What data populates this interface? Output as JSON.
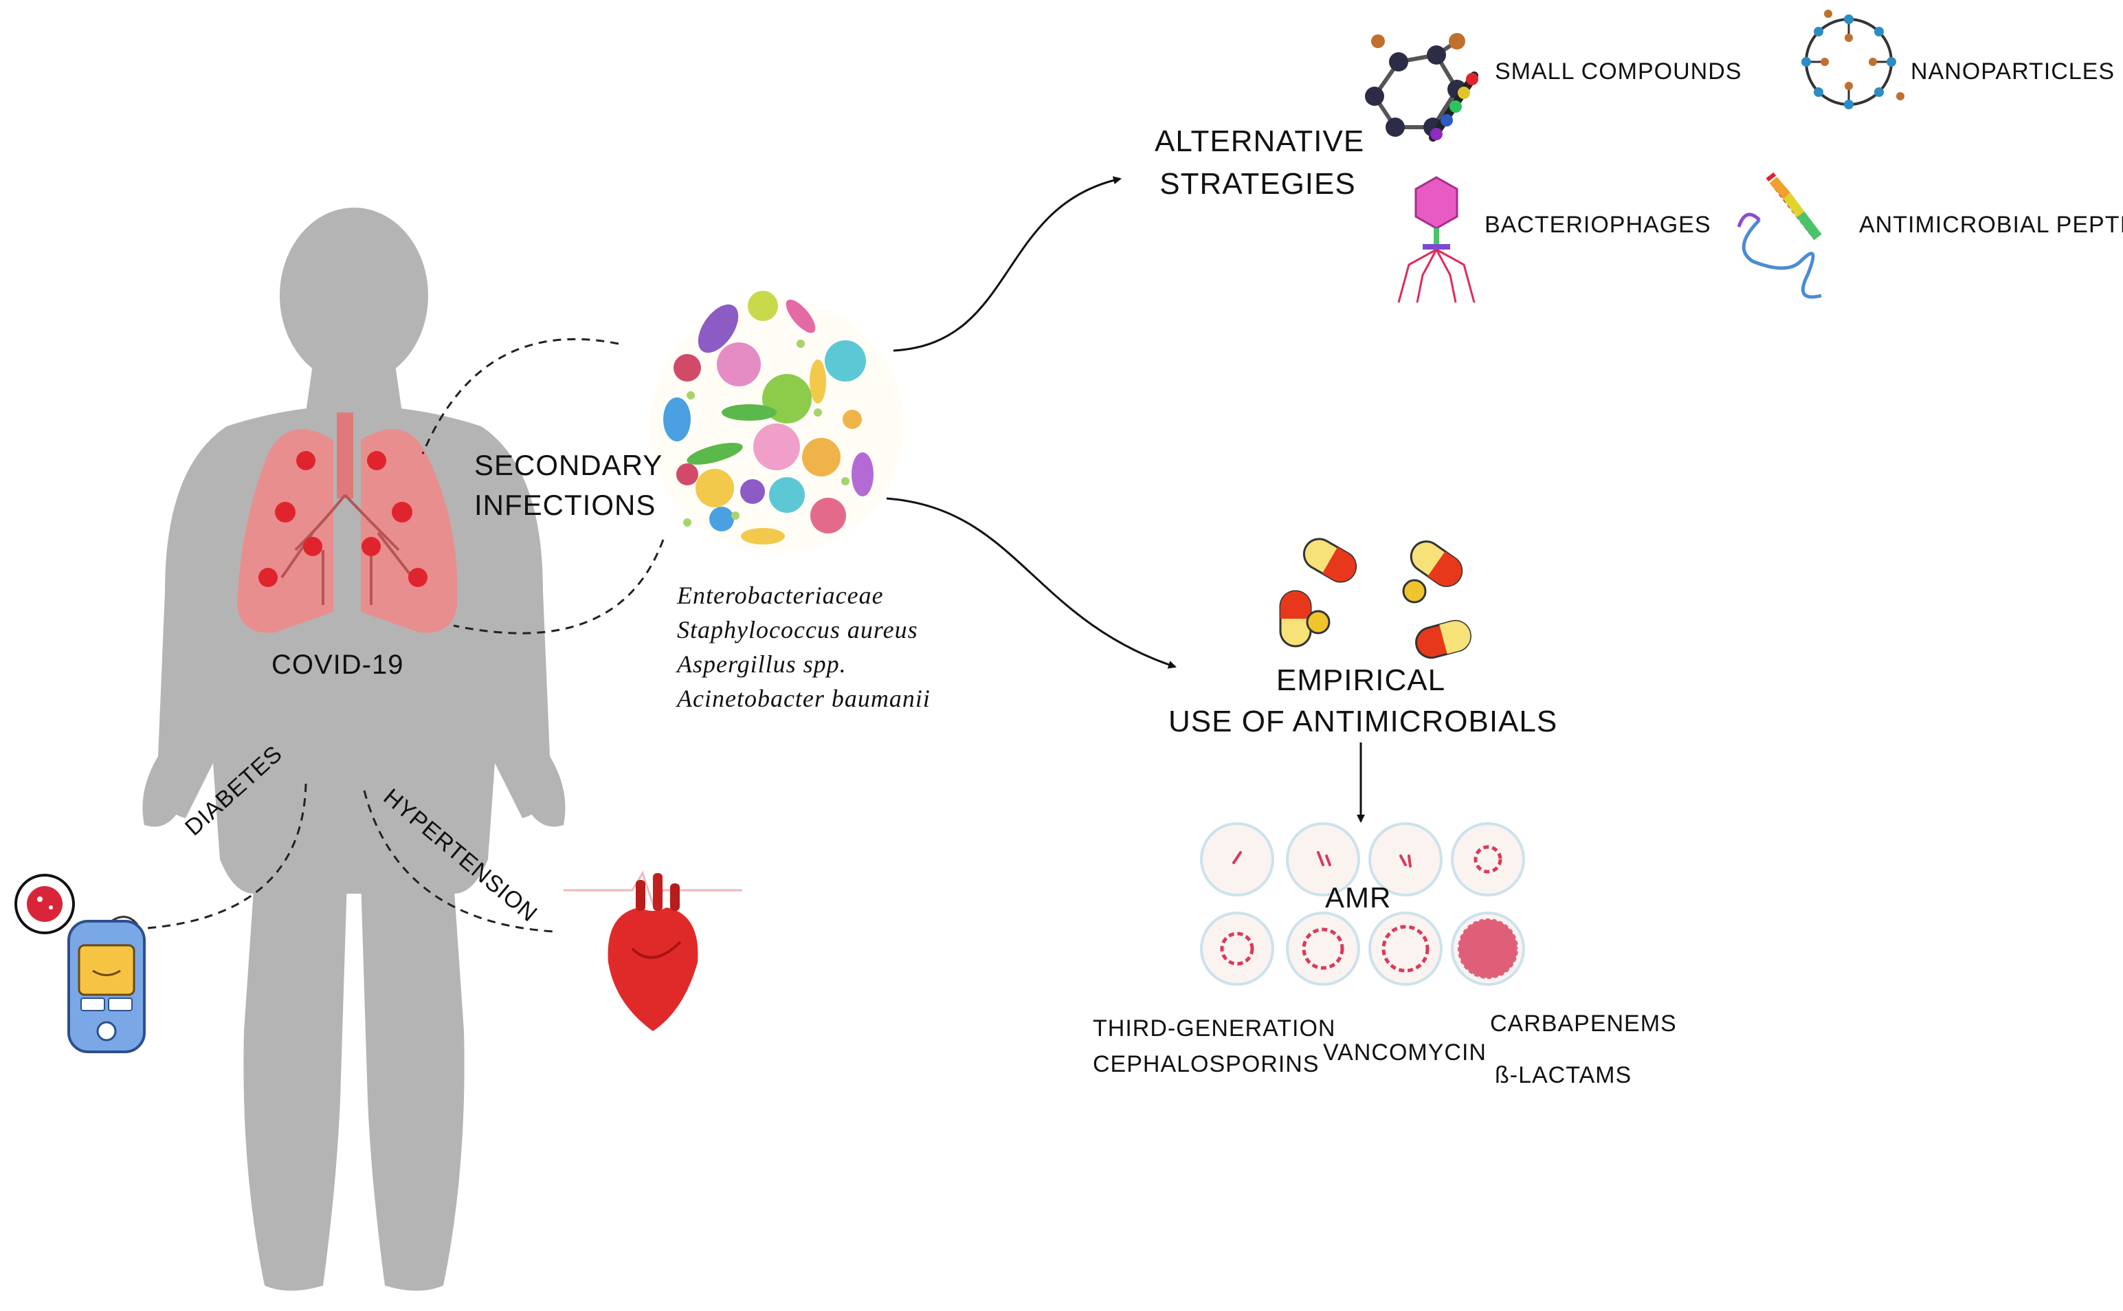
{
  "labels": {
    "covid": "COVID-19",
    "secondary_1": "SECONDARY",
    "secondary_2": "INFECTIONS",
    "diabetes": "DIABETES",
    "hypertension": "HYPERTENSION",
    "alternative_1": "ALTERNATIVE",
    "alternative_2": "STRATEGIES",
    "small_compounds": "SMALL COMPOUNDS",
    "nanoparticles": "NANOPARTICLES",
    "bacteriophages": "BACTERIOPHAGES",
    "antimicrobial_peptides": "ANTIMICROBIAL PEPTIDES",
    "empirical_1": "EMPIRICAL",
    "empirical_2": "USE OF ANTIMICROBIALS",
    "amr": "AMR",
    "third_gen_1": "THIRD-GENERATION",
    "third_gen_2": "CEPHALOSPORINS",
    "vancomycin": "VANCOMYCIN",
    "carbapenems": "CARBAPENEMS",
    "beta_lactams": "ß-LACTAMS"
  },
  "organisms": [
    "Enterobacteriaceae",
    "Staphylococcus aureus",
    "Aspergillus spp.",
    "Acinetobacter baumanii"
  ],
  "colors": {
    "body_silhouette": "#b4b4b4",
    "lung": "#e88e8e",
    "lesion": "#e0242e",
    "heart": "#e02a2a",
    "capsule_red": "#e8381c",
    "capsule_yellow": "#f7e27a",
    "dish_fill": "#faf3f0",
    "bacteria": "#d93a5a"
  },
  "icons": {
    "body": "human-silhouette-icon",
    "lungs": "lungs-icon",
    "microbes": "microbe-cluster-icon",
    "glucometer": "glucometer-icon",
    "heart": "heart-icon",
    "molecule": "molecule-icon",
    "nanoparticle": "nanoparticle-icon",
    "phage": "bacteriophage-icon",
    "peptide": "peptide-icon",
    "capsules": "capsule-icons",
    "petri": "petri-dish-icons"
  }
}
